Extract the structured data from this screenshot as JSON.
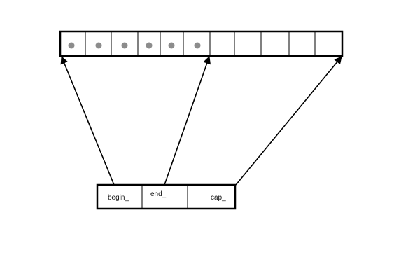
{
  "struct": {
    "fields": [
      {
        "label": "begin_",
        "points_to_slot": 0
      },
      {
        "label": "end_",
        "points_to_slot": 6
      },
      {
        "label": "cap_",
        "points_to_slot": 11
      }
    ]
  },
  "buffer": {
    "slot_count": 11,
    "filled_count": 6
  },
  "colors": {
    "stroke": "#000000",
    "dot": "#8c8c8c",
    "background": "#ffffff"
  }
}
